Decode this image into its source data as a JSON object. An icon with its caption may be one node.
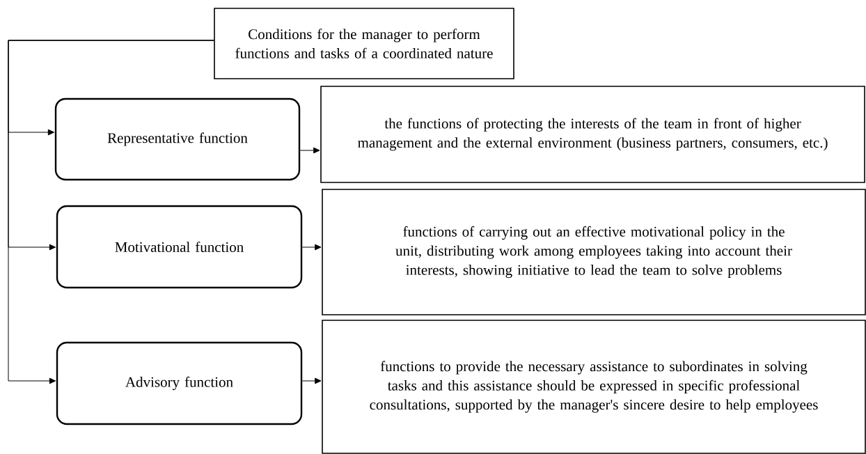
{
  "diagram": {
    "nodes": [
      {
        "text": [
          "Conditions for the manager to perform functions and tasks of a coordinated nature"
        ]
      },
      {
        "text": [
          "Representative function"
        ]
      },
      {
        "text": [
          "the functions of protecting the interests of the team in front of higher management and the external environment (business partners, consumers, etc.)"
        ]
      },
      {
        "text": [
          "Motivational function"
        ]
      },
      {
        "text": [
          "functions of carrying out an effective motivational policy in the unit, distributing work among employees taking into account their interests, showing initiative to lead the team to solve problems"
        ]
      },
      {
        "text": [
          "Advisory function"
        ]
      },
      {
        "text": [
          "functions to provide the necessary assistance to subordinates in solving tasks and this assistance should be expressed in specific professional consultations, supported by the manager's sincere desire to help employees"
        ]
      }
    ],
    "edges": [
      {
        "from": 0,
        "to": 1,
        "arrow": "to"
      },
      {
        "from": 0,
        "to": 3,
        "arrow": "to"
      },
      {
        "from": 0,
        "to": 5,
        "arrow": "to"
      },
      {
        "from": 1,
        "to": 2,
        "arrow": "to"
      },
      {
        "from": 3,
        "to": 4,
        "arrow": "to"
      },
      {
        "from": 5,
        "to": 6,
        "arrow": "to"
      }
    ]
  }
}
